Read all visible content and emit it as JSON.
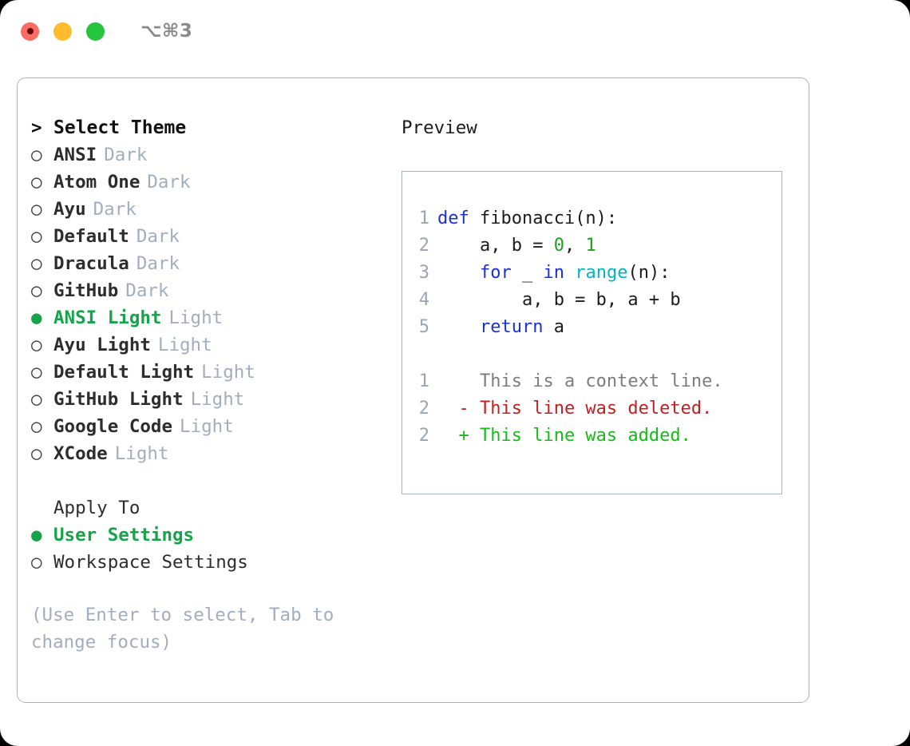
{
  "titlebar": {
    "shortcut": "⌥⌘3",
    "lights": [
      "red",
      "yellow",
      "green"
    ]
  },
  "theme_panel": {
    "header": {
      "caret": ">",
      "title": "Select Theme"
    },
    "bullet_selected": "●",
    "bullet_empty": "○",
    "items": [
      {
        "name": "ANSI",
        "tag": "Dark",
        "selected": false
      },
      {
        "name": "Atom One",
        "tag": "Dark",
        "selected": false
      },
      {
        "name": "Ayu",
        "tag": "Dark",
        "selected": false
      },
      {
        "name": "Default",
        "tag": "Dark",
        "selected": false
      },
      {
        "name": "Dracula",
        "tag": "Dark",
        "selected": false
      },
      {
        "name": "GitHub",
        "tag": "Dark",
        "selected": false
      },
      {
        "name": "ANSI Light",
        "tag": "Light",
        "selected": true
      },
      {
        "name": "Ayu Light",
        "tag": "Light",
        "selected": false
      },
      {
        "name": "Default Light",
        "tag": "Light",
        "selected": false
      },
      {
        "name": "GitHub Light",
        "tag": "Light",
        "selected": false
      },
      {
        "name": "Google Code",
        "tag": "Light",
        "selected": false
      },
      {
        "name": "XCode",
        "tag": "Light",
        "selected": false
      }
    ]
  },
  "apply_to": {
    "title": "Apply To",
    "options": [
      {
        "label": "User Settings",
        "selected": true
      },
      {
        "label": "Workspace Settings",
        "selected": false
      }
    ]
  },
  "hint": "(Use Enter to select, Tab to change focus)",
  "preview": {
    "title": "Preview",
    "code_lines": [
      {
        "number": "1",
        "tokens": [
          {
            "text": "def ",
            "kind": "kw"
          },
          {
            "text": "fibonacci(n):",
            "kind": "txt"
          }
        ]
      },
      {
        "number": "2",
        "tokens": [
          {
            "text": "    a, b = ",
            "kind": "txt"
          },
          {
            "text": "0",
            "kind": "num"
          },
          {
            "text": ", ",
            "kind": "txt"
          },
          {
            "text": "1",
            "kind": "num"
          }
        ]
      },
      {
        "number": "3",
        "tokens": [
          {
            "text": "    ",
            "kind": "txt"
          },
          {
            "text": "for",
            "kind": "kw"
          },
          {
            "text": " _ ",
            "kind": "txt"
          },
          {
            "text": "in",
            "kind": "kw"
          },
          {
            "text": " ",
            "kind": "txt"
          },
          {
            "text": "range",
            "kind": "fn"
          },
          {
            "text": "(n):",
            "kind": "txt"
          }
        ]
      },
      {
        "number": "4",
        "tokens": [
          {
            "text": "        a, b = b, a + b",
            "kind": "txt"
          }
        ]
      },
      {
        "number": "5",
        "tokens": [
          {
            "text": "    ",
            "kind": "txt"
          },
          {
            "text": "return",
            "kind": "kw"
          },
          {
            "text": " a",
            "kind": "txt"
          }
        ]
      }
    ],
    "diff_lines": [
      {
        "number": "1",
        "prefix": "  ",
        "text": "This is a context line.",
        "kind": "ctx"
      },
      {
        "number": "2",
        "prefix": "- ",
        "text": "This line was deleted.",
        "kind": "del"
      },
      {
        "number": "2",
        "prefix": "+ ",
        "text": "This line was added.",
        "kind": "add"
      }
    ]
  },
  "colors": {
    "accent_green": "#16a34a",
    "tag_gray": "#a3aebd",
    "border": "#a8b3c2",
    "keyword_blue": "#1b30d8",
    "function_cyan": "#00b5c8",
    "number_green": "#18a318",
    "diff_deleted": "#c22020",
    "diff_added": "#17bb17",
    "diff_context": "#7d7d7d"
  }
}
